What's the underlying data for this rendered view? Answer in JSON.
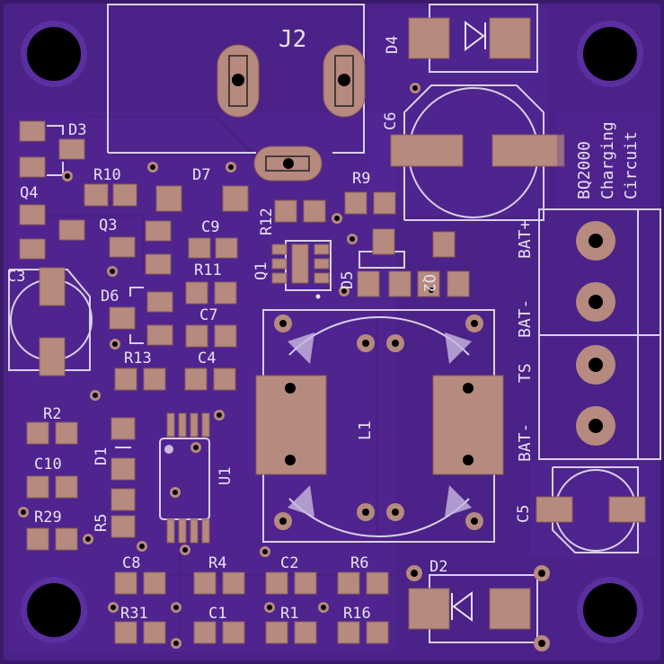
{
  "board": {
    "colors": {
      "mask": "#4b2287",
      "copper": "#b68a7e",
      "silk": "#e8e2f2",
      "hole": "#000000"
    },
    "title_lines": [
      "BQ2000",
      "Charging",
      "Circuit"
    ],
    "connector_labels": [
      "BAT+",
      "BAT-",
      "TS",
      "BAT-"
    ],
    "labels": {
      "J2": "J2",
      "D4": "D4",
      "C6": "C6",
      "D3": "D3",
      "R10": "R10",
      "D7": "D7",
      "R9": "R9",
      "Q4": "Q4",
      "R12": "R12",
      "Q3": "Q3",
      "C9": "C9",
      "Q1": "Q1",
      "D5": "D5",
      "Q2": "Q2",
      "C3": "C3",
      "R11": "R11",
      "D6": "D6",
      "C7": "C7",
      "R13": "R13",
      "C4": "C4",
      "L1": "L1",
      "R2": "R2",
      "D1": "D1",
      "U1": "U1",
      "C10": "C10",
      "R29": "R29",
      "R5": "R5",
      "C5": "C5",
      "C8": "C8",
      "R4": "R4",
      "C2": "C2",
      "R6": "R6",
      "D2": "D2",
      "R31": "R31",
      "C1": "C1",
      "R1": "R1",
      "R16": "R16"
    }
  }
}
